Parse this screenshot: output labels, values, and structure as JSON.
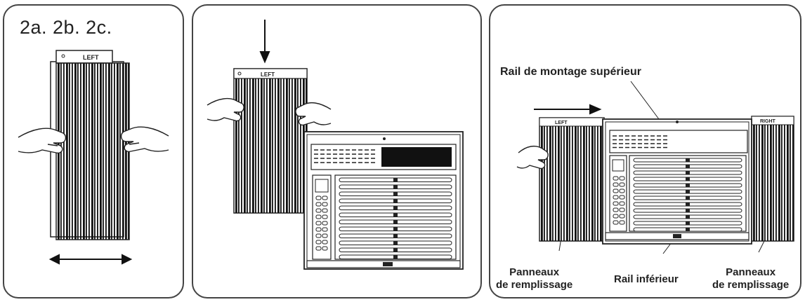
{
  "panel1": {
    "step_title": "2a. 2b. 2c.",
    "panel_tag": "LEFT"
  },
  "panel2": {
    "panel_tag": "LEFT"
  },
  "panel3": {
    "top_rail_label": "Rail de montage supérieur",
    "left_tag": "LEFT",
    "right_tag": "RIGHT",
    "left_fill_label_line1": "Panneaux",
    "left_fill_label_line2": "de remplissage",
    "bottom_rail_label": "Rail inférieur",
    "right_fill_label_line1": "Panneaux",
    "right_fill_label_line2": "de remplissage"
  },
  "colors": {
    "ink": "#111111",
    "frame": "#444444",
    "background": "#ffffff"
  },
  "icons": [
    "hand-icon",
    "arrow-down-icon",
    "arrow-right-icon",
    "double-arrow-icon"
  ]
}
